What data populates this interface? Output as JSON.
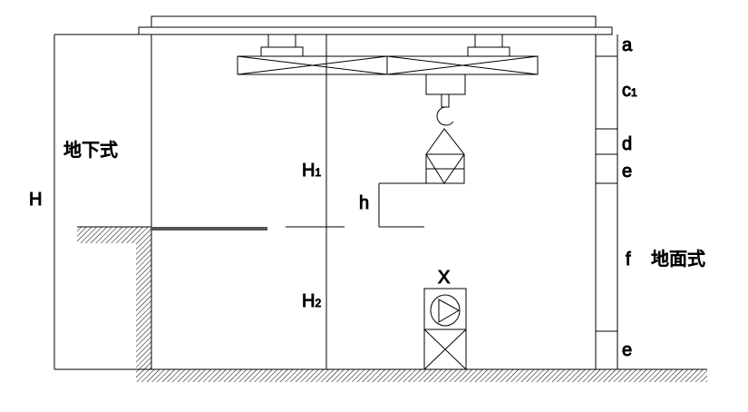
{
  "labels": {
    "H": "H",
    "H1": "H",
    "H1_sub": "1",
    "H2": "H",
    "H2_sub": "2",
    "h": "h",
    "X": "X",
    "a": "a",
    "c1": "c",
    "c1_sub": "1",
    "d": "d",
    "e_top": "e",
    "f": "f",
    "e_bottom": "e",
    "underground": "地下式",
    "surface": "地面式"
  }
}
